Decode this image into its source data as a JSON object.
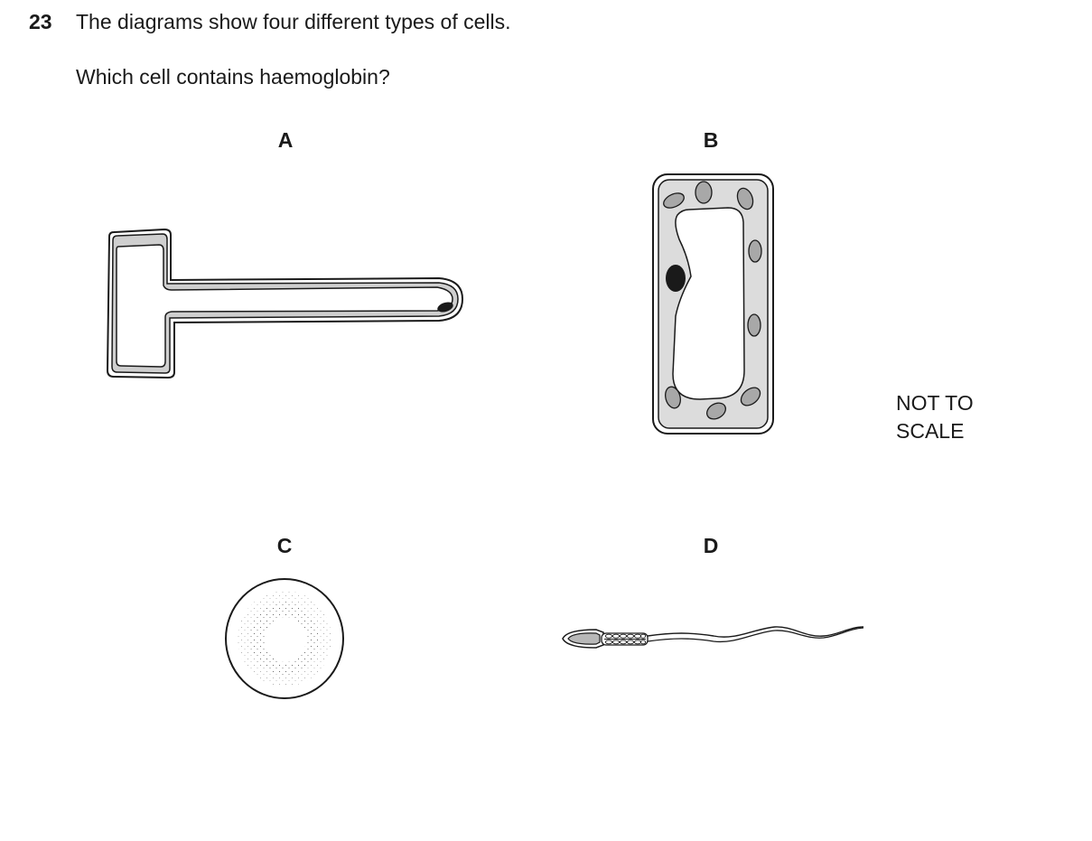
{
  "question": {
    "number": "23",
    "stem": "The diagrams show four different types of cells.",
    "prompt": "Which cell contains haemoglobin?"
  },
  "options": [
    {
      "label": "A",
      "icon": "root-hair-cell-icon"
    },
    {
      "label": "B",
      "icon": "palisade-cell-icon"
    },
    {
      "label": "C",
      "icon": "red-blood-cell-icon"
    },
    {
      "label": "D",
      "icon": "sperm-cell-icon"
    }
  ],
  "scale_note": {
    "line1": "NOT TO",
    "line2": "SCALE"
  }
}
